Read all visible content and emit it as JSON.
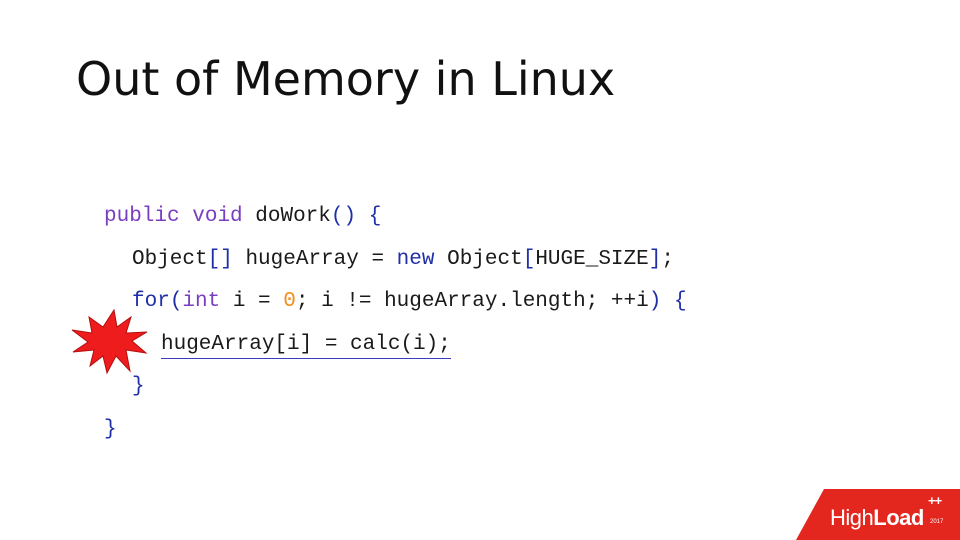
{
  "slide": {
    "title": "Out of Memory in Linux"
  },
  "code": {
    "line1": {
      "kw1": "public",
      "sp1": " ",
      "kw2": "void",
      "text": " doWork",
      "parens": "()",
      "sp2": " ",
      "brace": "{"
    },
    "line2": {
      "text1": "Object",
      "brackets": "[]",
      "text2": " hugeArray = ",
      "kw": "new",
      "text3": " Object",
      "bracket_open": "[",
      "text4": "HUGE_SIZE",
      "bracket_close": "]",
      "semi": ";"
    },
    "line3": {
      "kw_for": "for",
      "paren_open": "(",
      "kw_int": "int",
      "text1": " i = ",
      "num": "0",
      "text2": "; i != hugeArray.length; ++i",
      "paren_close": ")",
      "sp": " ",
      "brace": "{"
    },
    "line4": {
      "text": "hugeArray[i] = calc(i);"
    },
    "line5": {
      "brace": "}"
    },
    "line6": {
      "brace": "}"
    }
  },
  "icons": {
    "error_burst": "explosion-icon"
  },
  "colors": {
    "keyword": "#7a3fc0",
    "keyword_new": "#1f2fa8",
    "number": "#f28c1c",
    "burst": "#ee1c1c",
    "brand": "#e3261e"
  },
  "logo": {
    "light": "High",
    "bold": "Load",
    "plus": "++",
    "year": "2017"
  }
}
